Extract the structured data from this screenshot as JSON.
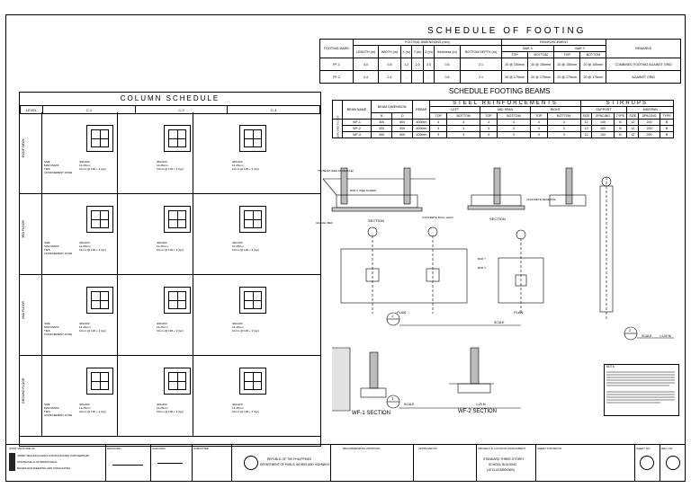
{
  "footing_schedule": {
    "title": "SCHEDULE OF FOOTING",
    "head1": [
      "FOOTING MARK",
      "FOOTING DIMENSIONS (mm)",
      "REINFORCEMENT",
      "REMARKS"
    ],
    "head2": [
      "LENGTH (m)",
      "WIDTH (m)",
      "X (m)",
      "Y (m)",
      "Z (m)",
      "thickness (m)",
      "BOTTOM DEPTH (m)",
      "BAR X",
      "BAR Y"
    ],
    "head3": [
      "TOP",
      "BOTTOM",
      "TOP",
      "BOTTOM"
    ],
    "rows": [
      {
        "mark": "PF-1",
        "vals": [
          "4.0",
          "3.5",
          "1.2",
          "2.5",
          "2.5",
          "0.5",
          "2.1",
          "20 @ 150mm",
          "20 @ 150mm",
          "20 @ 150mm",
          "20 @ 150mm"
        ],
        "remark": "COMBINED FOOTING AGAINST GRID"
      },
      {
        "mark": "PF-2",
        "vals": [
          "2.4",
          "2.4",
          "-",
          "-",
          "-",
          "0.5",
          "2.1",
          "20 @ 175mm",
          "20 @ 175mm",
          "20 @ 175mm",
          "20 @ 175mm"
        ],
        "remark": "AGAINST GRID"
      }
    ]
  },
  "beam_schedule": {
    "title": "SCHEDULE FOOTING BEAMS",
    "group1": "STEEL REINFORCEMENTS",
    "group2": "STIRRUPS",
    "cols": [
      "BEAM NAME",
      "BEAM DIMENSION",
      "REBAR",
      "LEFT",
      "MID SPAN",
      "RIGHT",
      "SUPPORT",
      "MIDSPAN"
    ],
    "sub": [
      "TOP",
      "BOTTOM",
      "TOP",
      "BOTTOM",
      "TOP",
      "BOTTOM",
      "SIZE",
      "SPACING",
      "TYPE",
      "SIZE",
      "SPACING",
      "TYPE"
    ],
    "level_label": "GROUND FLOOR",
    "rows": [
      {
        "name": "WF-1",
        "b": "300",
        "d": "500",
        "rebar": "400mm",
        "vals": [
          "4",
          "3",
          "3",
          "4",
          "4",
          "3",
          "12",
          "100",
          "B",
          "12",
          "200",
          "B"
        ]
      },
      {
        "name": "WF-2",
        "b": "300",
        "d": "500",
        "rebar": "400mm",
        "vals": [
          "3",
          "3",
          "3",
          "3",
          "3",
          "3",
          "12",
          "100",
          "B",
          "12",
          "200",
          "B"
        ]
      },
      {
        "name": "WF-3",
        "b": "300",
        "d": "500",
        "rebar": "400mm",
        "vals": [
          "3",
          "3",
          "3",
          "3",
          "3",
          "3",
          "12",
          "100",
          "B",
          "12",
          "200",
          "B"
        ]
      }
    ]
  },
  "column_schedule": {
    "title": "COLUMN SCHEDULE",
    "level_head": "LEVEL",
    "columns": [
      "C-1",
      "C-2",
      "C-3"
    ],
    "bands": [
      {
        "label": "ROOF DECK",
        "notes": [
          "400x400",
          "12-25mm",
          "10mm @ 100 + 3 (typ)"
        ]
      },
      {
        "label": "3RD FLOOR",
        "notes": [
          "400x400",
          "12-25mm",
          "10mm @ 100 + 3 (typ)"
        ]
      },
      {
        "label": "2ND FLOOR",
        "notes": [
          "400x400",
          "12-25mm",
          "10mm @ 100 + 3 (typ)"
        ]
      },
      {
        "label": "GROUND FLOOR",
        "notes": [
          "400x400",
          "12-25mm",
          "10mm @ 100 + 3 (typ)"
        ]
      }
    ],
    "side_labels": [
      "SIZE",
      "MAIN BARS",
      "TIES",
      "CONFINEMENT ZONE"
    ]
  },
  "details": {
    "section_label": "SECTION",
    "plan_label": "PLAN",
    "wf1_label": "WF-1 SECTION",
    "wf2_label": "WF-2 SECTION",
    "scale_label": "SCALE",
    "scale_value": "1:25 M",
    "scale_value2": "1:100 M",
    "callouts": [
      "TIE BEAM (SEE SCHEDULE)",
      "BAR X (SEE SCHED)",
      "CONCRETE 50mm LEAN",
      "GRAVEL BED",
      "BAR Y",
      "BAR X",
      "CONCRETE PEDESTAL"
    ],
    "nos": [
      "1",
      "2",
      "3"
    ],
    "notes_heading": "NOTE:"
  },
  "title_block": {
    "firm": "JOINT VENTURE OF",
    "firm_lines": [
      "JAVED TECHNOLOGIES CONSOLIDATED PARTNERSHIP",
      "PORTEZUELO INTERNATIONAL",
      "BOHRA ENGINEERING AND ASSOCIATES"
    ],
    "agency": "REPUBLIC OF THE PHILIPPINES",
    "agency_sub": "DEPARTMENT OF PUBLIC WORKS AND HIGHWAYS",
    "project_head": "PROJECT & LOCATION ASSIGNMENT",
    "project": [
      "STANDARD THREE-STOREY",
      "SCHOOL BUILDING",
      "(15 CLASSROOMS)"
    ],
    "sheet_head": "SHEET CONTENTS",
    "sheet_no_head": "SHEET NO.",
    "rev_head": "REV. NO.",
    "cells": [
      "DESIGNED",
      "CHECKED",
      "SUBMITTED",
      "RECOMMENDING APPROVAL",
      "APPROVED BY"
    ]
  }
}
